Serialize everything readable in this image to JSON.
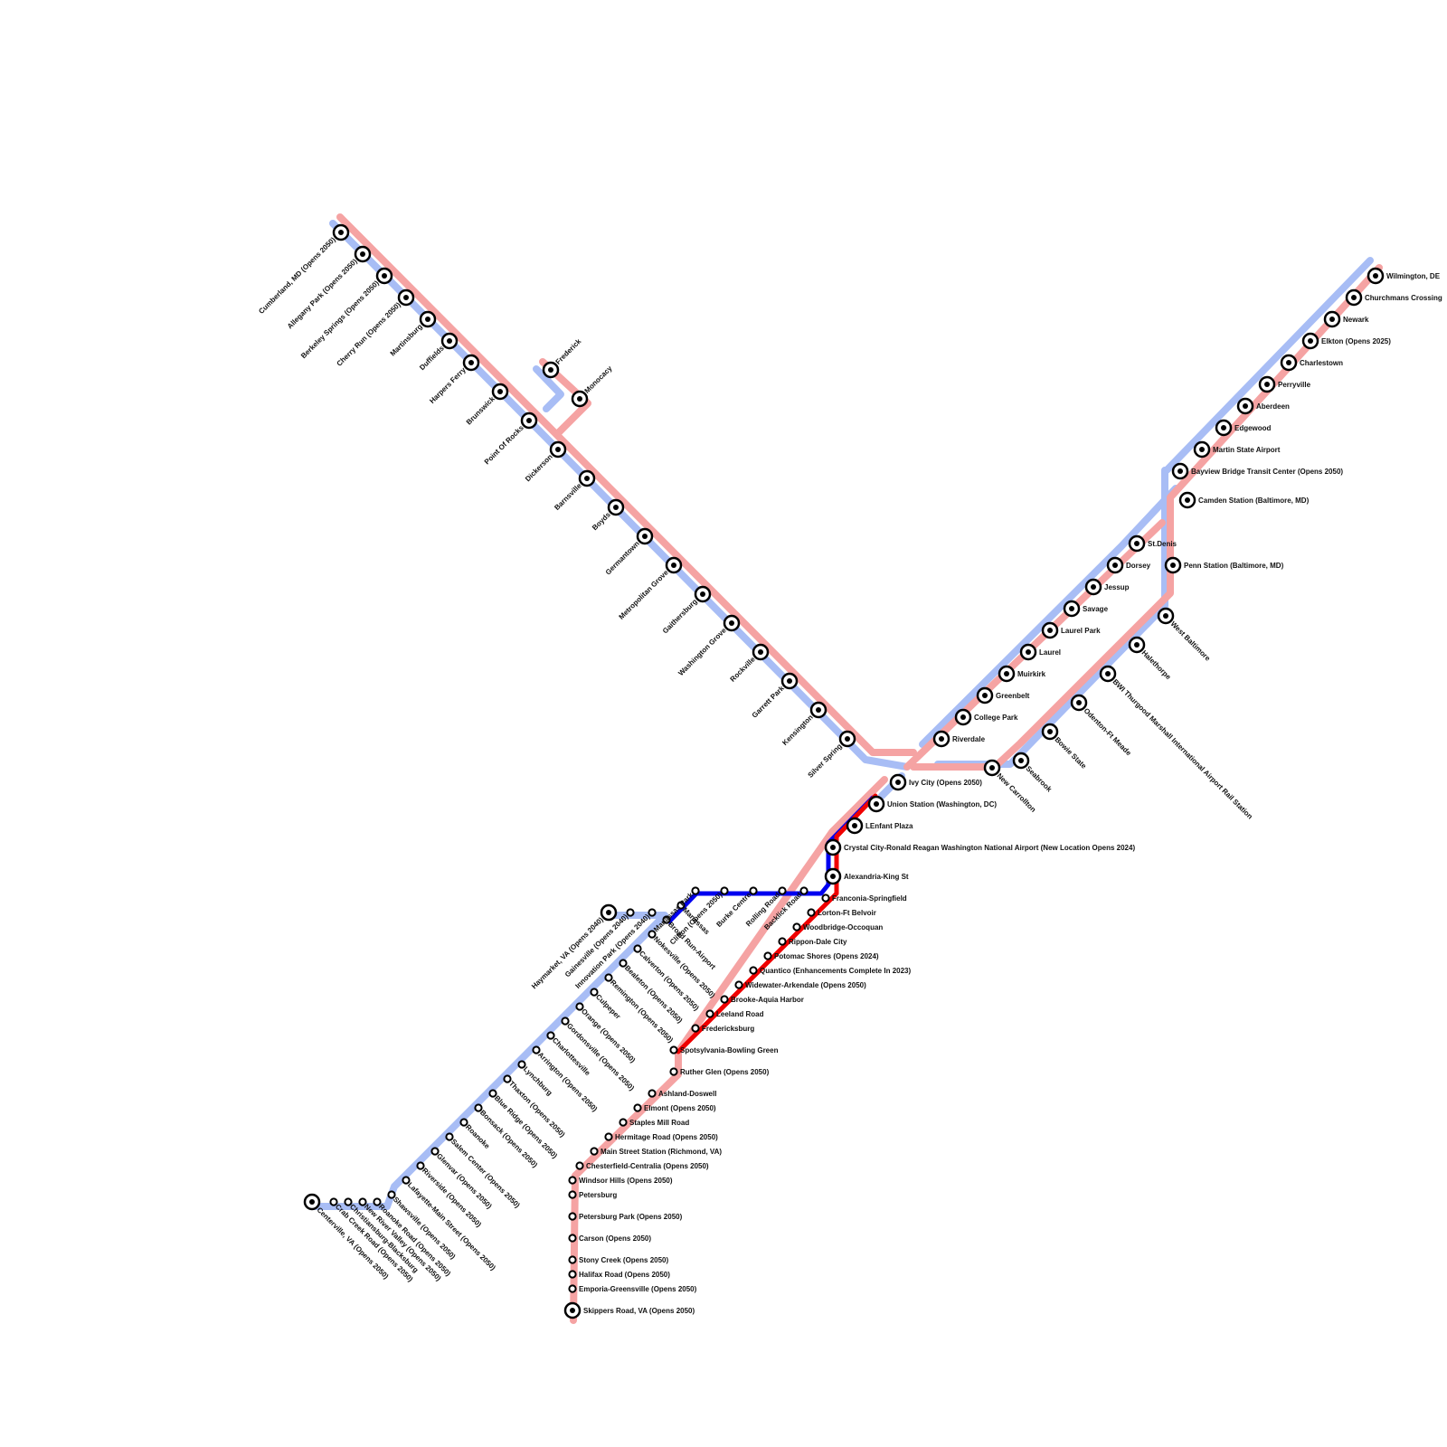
{
  "colors": {
    "pink_line": "#f5a3a3",
    "light_blue_line": "#a8bdf5",
    "blue_line": "#0000f0",
    "red_line": "#f00000",
    "station_stroke": "#000000",
    "station_fill": "#ffffff"
  },
  "lines": [
    {
      "id": "pink-line",
      "color": "pink_line"
    },
    {
      "id": "light-blue-line",
      "color": "light_blue_line"
    },
    {
      "id": "blue-line",
      "color": "blue_line"
    },
    {
      "id": "red-line",
      "color": "red_line"
    }
  ],
  "stations": {
    "cumberland": "Cumberland, MD (Opens 2050)",
    "allegany_park": "Allegany Park (Opens 2050)",
    "berkeley_springs": "Berkeley Springs (Opens 2050)",
    "cherry_run": "Cherry Run (Opens 2050)",
    "martinsburg": "Martinsburg",
    "duffields": "Duffields",
    "harpers_ferry": "Harpers Ferry",
    "brunswick": "Brunswick",
    "point_of_rocks": "Point Of Rocks",
    "frederick": "Frederick",
    "monocacy": "Monocacy",
    "dickerson": "Dickerson",
    "barnesville": "Barnsville",
    "boyds": "Boyds",
    "germantown": "Germantown",
    "metropolitan_grove": "Metropolitan Grove",
    "gaithersburg": "Gaithersburg",
    "washington_grove": "Washington Grove",
    "rockville": "Rockville",
    "garrett_park": "Garrett Park",
    "kensington": "Kensington",
    "silver_spring": "Silver Spring",
    "ivy_city": "Ivy City (Opens 2050)",
    "union_station": "Union Station (Washington, DC)",
    "lenfant": "LEnfant Plaza",
    "crystal_city": "Crystal City-Ronald Reagan Washington National Airport (New Location Opens 2024)",
    "alexandria": "Alexandria-King St",
    "franconia": "Franconia-Springfield",
    "lorton": "Lorton-Ft Belvoir",
    "woodbridge": "Woodbridge-Occoquan",
    "rippon": "Rippon-Dale City",
    "potomac_shores": "Potomac Shores (Opens 2024)",
    "quantico": "Quantico (Enhancements Complete In 2023)",
    "widewater": "Widewater-Arkendale (Opens 2050)",
    "brooke": "Brooke-Aquia Harbor",
    "leeland": "Leeland Road",
    "fredericksburg": "Fredericksburg",
    "spotsylvania": "Spotsylvania-Bowling Green",
    "ruther_glen": "Ruther Glen (Opens 2050)",
    "ashland": "Ashland-Doswell",
    "elmont": "Elmont (Opens 2050)",
    "staples_mill": "Staples Mill Road",
    "hermitage": "Hermitage Road (Opens 2050)",
    "main_street": "Main Street Station (Richmond, VA)",
    "chesterfield": "Chesterfield-Centralia (Opens 2050)",
    "windsor_hills": "Windsor Hills (Opens 2050)",
    "petersburg": "Petersburg",
    "petersburg_park": "Petersburg Park (Opens 2050)",
    "carson": "Carson (Opens 2050)",
    "stony_creek": "Stony Creek (Opens 2050)",
    "halifax": "Halifax Road (Opens 2050)",
    "emporia": "Emporia-Greensville (Opens 2050)",
    "skippers": "Skippers Road, VA (Opens 2050)",
    "backlick": "Backlick Road",
    "rolling_road": "Rolling Road",
    "burke": "Burke Centre",
    "clifton": "Clifton (Opens 2050)",
    "manassas_park": "Manassas Park",
    "manassas": "Manassas",
    "broad_run": "Broad Run-Airport",
    "innovation_park": "Innovation Park (Opens 2040)",
    "gainesville": "Gainesville (Opens 2040)",
    "haymarket": "Haymarket, VA (Opens 2040)",
    "nokesville": "Nokesville (Opens 2050)",
    "calverton": "Calverton (Opens 2050)",
    "bealeton": "Bealeton (Opens 2050)",
    "remington": "Remington (Opens 2050)",
    "culpeper": "Culpeper",
    "orange": "Orange (Opens 2050)",
    "gordonsville": "Gordonsville (Opens 2050)",
    "charlottesville": "Charlottesville",
    "arrington": "Arrington (Opens 2050)",
    "lynchburg": "Lynchburg",
    "thaxton": "Thaxton (Opens 2050)",
    "blue_ridge": "Blue Ridge (Opens 2050)",
    "bonsack": "Bonsack (Opens 2050)",
    "roanoke": "Roanoke",
    "salem_center": "Salem Center (Opens 2050)",
    "glenvar": "Glenvar (Opens 2050)",
    "riverside": "Riverside (Opens 2050)",
    "lafayette": "Lafayette-Main Street (Opens 2050)",
    "shawsville": "Shawsville (Opens 2050)",
    "roanoke_road": "Roanoke Road (Opens 2050)",
    "new_river": "New River Valley (Opens 2050)",
    "christiansburg": "Christiansburg-Blacksburg",
    "crab_creek": "Crab Creek Road (Opens 2050)",
    "centerville": "Centerville, VA (Opens 2050)",
    "new_carrollton": "New Carrollton",
    "seabrook": "Seabrook",
    "bowie_state": "Bowie State",
    "odenton": "Odenton-Ft Meade",
    "bwi": "BWI Thurgood Marshall International Airport Rail Station",
    "halethorpe": "Halethorpe",
    "west_baltimore": "West Baltimore",
    "penn_station": "Penn Station (Baltimore, MD)",
    "camden": "Camden Station (Baltimore, MD)",
    "riverdale": "Riverdale",
    "college_park": "College Park",
    "greenbelt": "Greenbelt",
    "muirkirk": "Muirkirk",
    "laurel": "Laurel",
    "laurel_park": "Laurel Park",
    "savage": "Savage",
    "jessup": "Jessup",
    "dorsey": "Dorsey",
    "st_denis": "St.Denis",
    "bayview": "Bayview Bridge Transit  Center (Opens 2050)",
    "martin_state": "Martin State Airport",
    "edgewood": "Edgewood",
    "aberdeen": "Aberdeen",
    "perryville": "Perryville",
    "charlestown": "Charlestown",
    "elkton": "Elkton (Opens 2025)",
    "newark": "Newark",
    "churchmans": "Churchmans Crossing",
    "wilmington": "Wilmington, DE"
  }
}
